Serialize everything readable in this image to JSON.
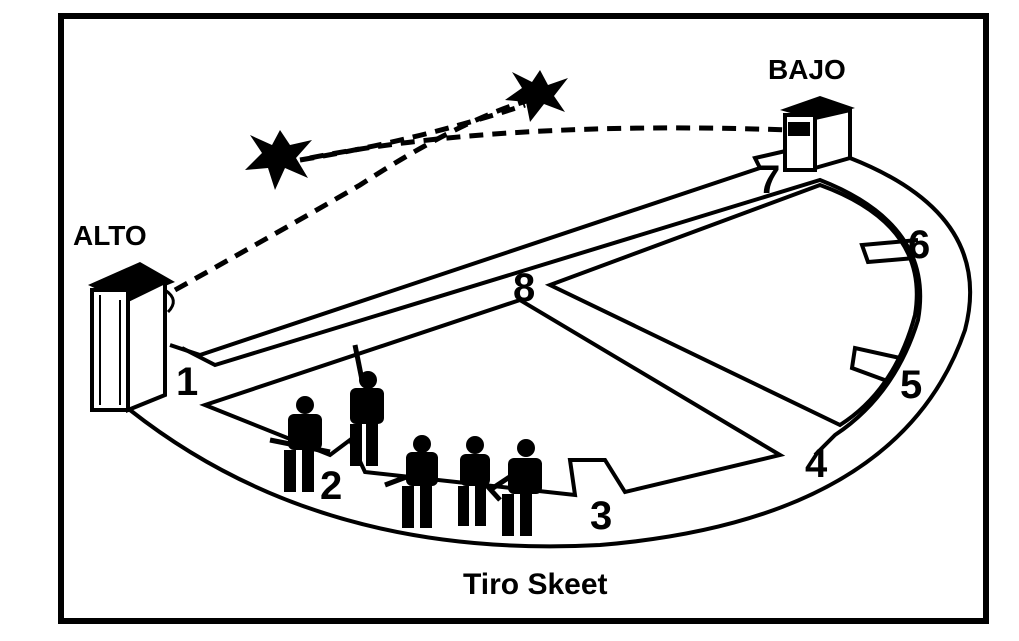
{
  "title": "Tiro Skeet",
  "houses": {
    "high": "ALTO",
    "low": "BAJO"
  },
  "stations": [
    "1",
    "2",
    "3",
    "4",
    "5",
    "6",
    "7",
    "8"
  ],
  "icons": [
    "high-house-icon",
    "low-house-icon",
    "clay-burst-icon",
    "shooter-icon"
  ],
  "colors": {
    "ink": "#000000",
    "paper": "#ffffff"
  }
}
